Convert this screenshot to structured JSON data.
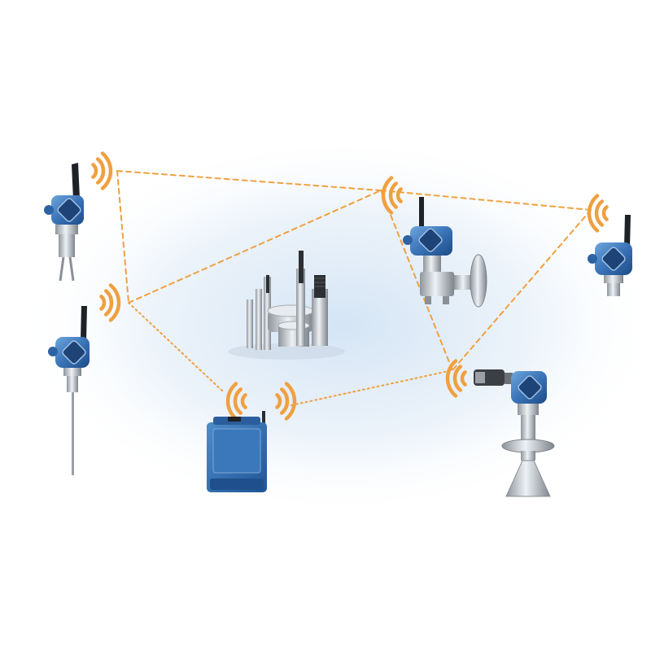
{
  "diagram": {
    "devices": [
      {
        "id": "tx-topleft",
        "kind": "wireless-transmitter-icon"
      },
      {
        "id": "tx-left-probe",
        "kind": "wireless-transmitter-icon"
      },
      {
        "id": "dp-flange",
        "kind": "wireless-transmitter-icon"
      },
      {
        "id": "tx-right",
        "kind": "wireless-transmitter-icon"
      },
      {
        "id": "radar-level",
        "kind": "radar-level-transmitter-icon"
      },
      {
        "id": "gateway",
        "kind": "wireless-gateway-icon"
      },
      {
        "id": "plant",
        "kind": "process-plant-icon"
      }
    ],
    "links": [
      {
        "from": "tx-topleft",
        "to": "dp-flange",
        "style": "dashed"
      },
      {
        "from": "tx-topleft",
        "to": "tx-left-probe",
        "style": "dashed"
      },
      {
        "from": "tx-left-probe",
        "to": "dp-flange",
        "style": "dashed"
      },
      {
        "from": "tx-left-probe",
        "to": "gateway",
        "style": "dotted"
      },
      {
        "from": "gateway",
        "to": "radar-level",
        "style": "dotted"
      },
      {
        "from": "dp-flange",
        "to": "tx-right",
        "style": "dashed"
      },
      {
        "from": "dp-flange",
        "to": "radar-level",
        "style": "dashed"
      },
      {
        "from": "tx-right",
        "to": "radar-level",
        "style": "dashed"
      }
    ],
    "colors": {
      "signal": "#f0a040",
      "link": "#f0a040",
      "device_blue": "#3f7ec0",
      "device_dark": "#1f4f8c",
      "metal": "#c8cdd2",
      "halo": "#d8e7f5"
    }
  }
}
